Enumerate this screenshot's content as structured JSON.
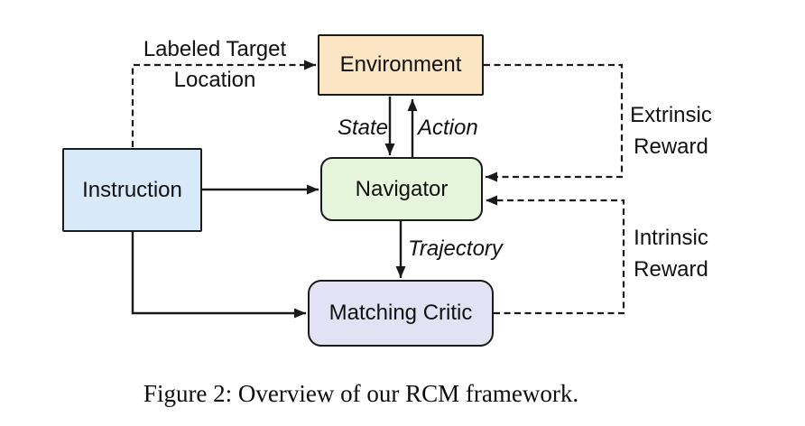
{
  "figure": {
    "caption": "Figure 2: Overview of our RCM framework."
  },
  "colors": {
    "environment_fill": "#FBE5C2",
    "instruction_fill": "#D8E9FA",
    "navigator_fill": "#E5F6DC",
    "matching_critic_fill": "#E2E2F4",
    "line_color": "#1A1A1A"
  },
  "nodes": {
    "environment": {
      "label": "Environment"
    },
    "instruction": {
      "label": "Instruction"
    },
    "navigator": {
      "label": "Navigator"
    },
    "matching_critic": {
      "label": "Matching Critic"
    }
  },
  "edges": {
    "labeled_target": {
      "line1": "Labeled Target",
      "line2": "Location",
      "style": "dashed"
    },
    "state": {
      "label": "State",
      "style": "solid"
    },
    "action": {
      "label": "Action",
      "style": "solid"
    },
    "trajectory": {
      "label": "Trajectory",
      "style": "solid"
    },
    "extrinsic_reward": {
      "line1": "Extrinsic",
      "line2": "Reward",
      "style": "dashed"
    },
    "intrinsic_reward": {
      "line1": "Intrinsic",
      "line2": "Reward",
      "style": "dashed"
    },
    "instruction_to_navigator": {
      "style": "solid"
    },
    "instruction_to_matching_critic": {
      "style": "solid"
    }
  }
}
